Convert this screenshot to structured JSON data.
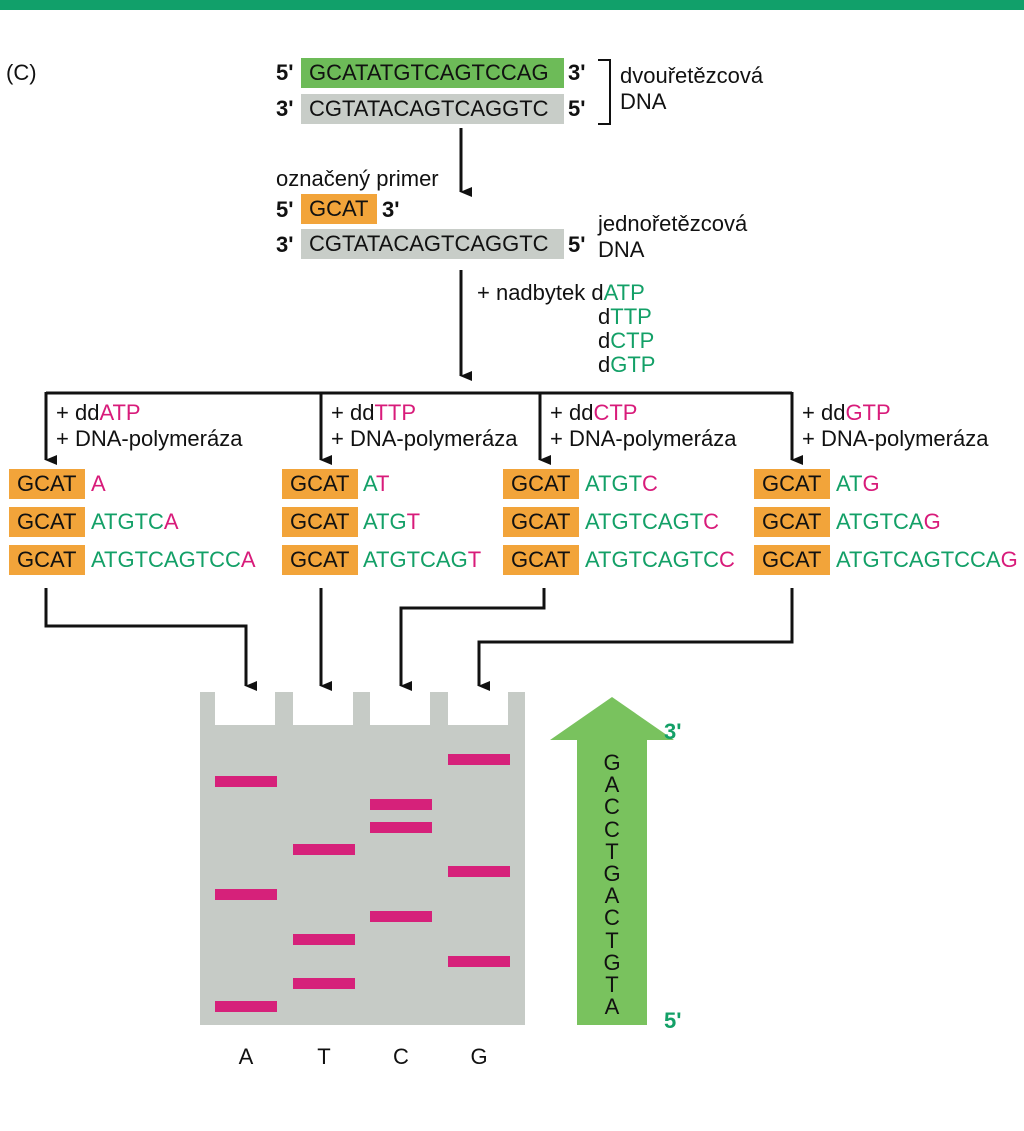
{
  "panel_label": "(C)",
  "step1": {
    "top_left": "5'",
    "top_seq": "GCATATGTCAGTCCAG",
    "top_right": "3'",
    "bottom_left": "3'",
    "bottom_seq": "CGTATACAGTCAGGTC",
    "bottom_right": "5'",
    "label_line1": "dvouřetězcová",
    "label_line2": "DNA"
  },
  "step2": {
    "primer_label": "označený primer",
    "primer_left": "5'",
    "primer_seq": "GCAT",
    "primer_right": "3'",
    "template_left": "3'",
    "template_seq": "CGTATACAGTCAGGTC",
    "template_right": "5'",
    "label_line1": "jednořetězcová",
    "label_line2": "DNA"
  },
  "reagents": {
    "prefix": "+ nadbytek d",
    "d": "d",
    "nucleotides": [
      "ATP",
      "TTP",
      "CTP",
      "GTP"
    ]
  },
  "reactions": [
    {
      "dd_prefix": "+ dd",
      "dd_nuc": "ATP",
      "polymerase": "+ DNA-polymeráza",
      "products": [
        {
          "green": "",
          "end": "A"
        },
        {
          "green": "ATGTC",
          "end": "A"
        },
        {
          "green": "ATGTCAGTCC",
          "end": "A"
        }
      ]
    },
    {
      "dd_prefix": "+ dd",
      "dd_nuc": "TTP",
      "polymerase": "+ DNA-polymeráza",
      "products": [
        {
          "green": "A",
          "end": "T"
        },
        {
          "green": "ATG",
          "end": "T"
        },
        {
          "green": "ATGTCAG",
          "end": "T"
        }
      ]
    },
    {
      "dd_prefix": "+ dd",
      "dd_nuc": "CTP",
      "polymerase": "+ DNA-polymeráza",
      "products": [
        {
          "green": "ATGT",
          "end": "C"
        },
        {
          "green": "ATGTCAGT",
          "end": "C"
        },
        {
          "green": "ATGTCAGTC",
          "end": "C"
        }
      ]
    },
    {
      "dd_prefix": "+ dd",
      "dd_nuc": "GTP",
      "polymerase": "+ DNA-polymeráza",
      "products": [
        {
          "green": "AT",
          "end": "G"
        },
        {
          "green": "ATGTCA",
          "end": "G"
        },
        {
          "green": "ATGTCAGTCCA",
          "end": "G"
        }
      ]
    }
  ],
  "primer_tag": "GCAT",
  "gel": {
    "lane_labels": [
      "A",
      "T",
      "C",
      "G"
    ],
    "sequence_read": [
      "G",
      "A",
      "C",
      "C",
      "T",
      "G",
      "A",
      "C",
      "T",
      "G",
      "T",
      "A"
    ],
    "arrow_top": "3'",
    "arrow_bottom": "5'"
  },
  "colors": {
    "top_bar": "#11a06a",
    "green_text": "#13a067",
    "magenta_text": "#d81b7a",
    "band": "#d6217a",
    "primer_box": "#f2a43a",
    "template_box": "#c8cdc8",
    "double_strand_box": "#6dbb58",
    "gel": "#c6cbc6",
    "arrow": "#79c25e"
  }
}
